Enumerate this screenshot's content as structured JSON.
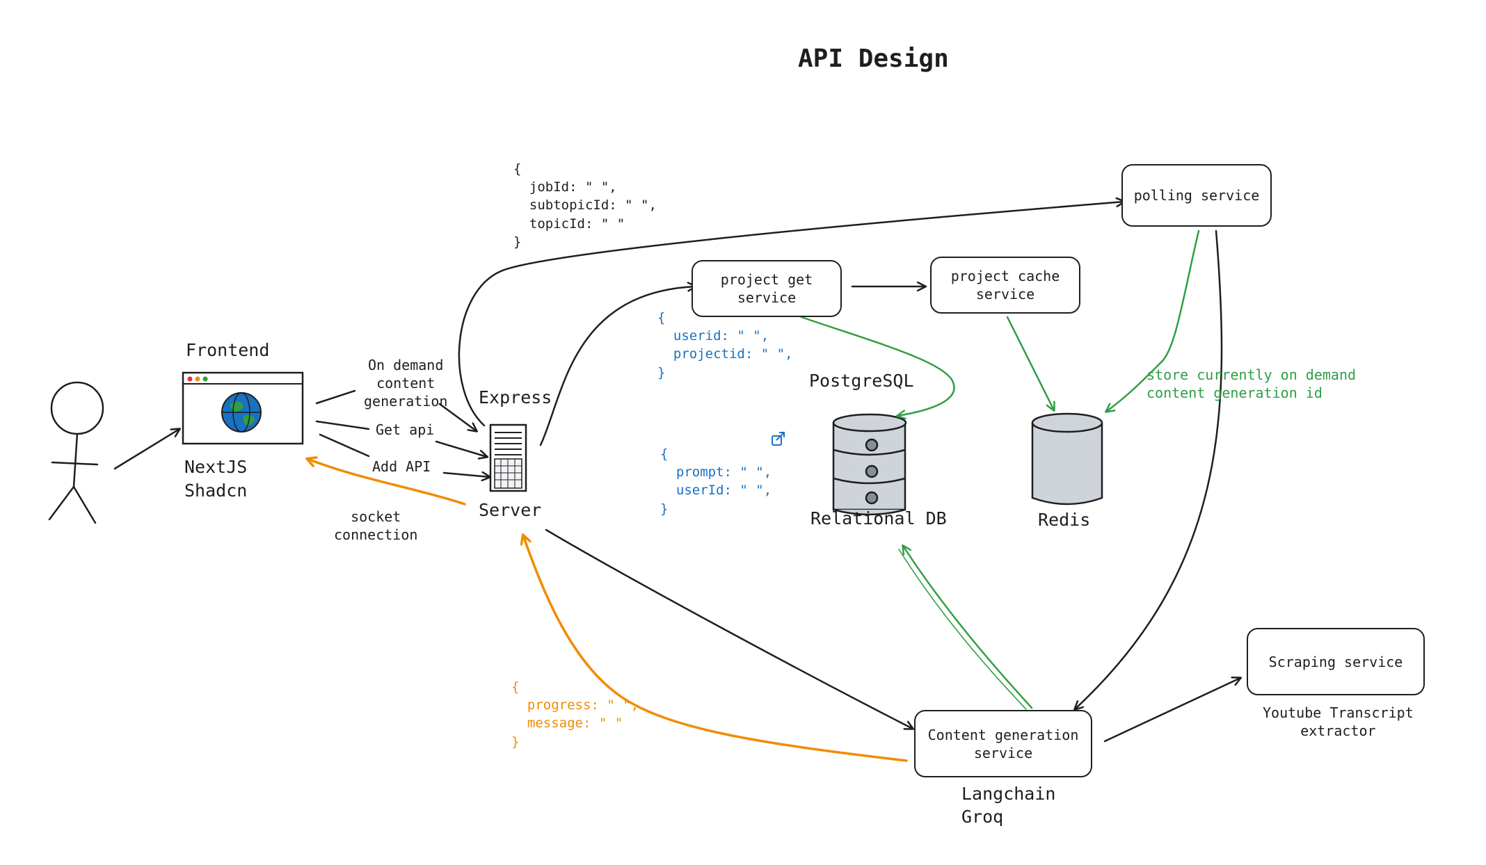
{
  "title": "API Design",
  "frontend": {
    "heading": "Frontend",
    "tech_line1": "NextJS",
    "tech_line2": "Shadcn"
  },
  "server": {
    "heading": "Express",
    "label": "Server"
  },
  "edges": {
    "on_demand": "On demand\ncontent\ngeneration",
    "get_api": "Get api",
    "add_api": "Add API",
    "socket": "socket\nconnection",
    "store_note": "store currently on demand\ncontent generation id"
  },
  "payloads": {
    "job": "{\n  jobId: \" \",\n  subtopicId: \" \",\n  topicId: \" \"\n}",
    "project": "{\n  userid: \" \",\n  projectid: \" \",\n}",
    "prompt": "{\n  prompt: \" \",\n  userId: \" \",\n}",
    "progress": "{\n  progress: \" \",\n  message: \" \"\n}"
  },
  "services": {
    "polling": "polling service",
    "project_get": "project get\nservice",
    "project_cache": "project cache\nservice",
    "content_gen": "Content generation\nservice",
    "scraping": "Scraping service"
  },
  "databases": {
    "postgres_heading": "PostgreSQL",
    "postgres_label": "Relational DB",
    "redis_label": "Redis"
  },
  "captions": {
    "content_gen": "Langchain\nGroq",
    "scraping": "Youtube Transcript\nextractor"
  },
  "colors": {
    "ink": "#1e1e1e",
    "green": "#2f9e44",
    "orange": "#f08c00",
    "blue": "#1971c2",
    "redis_fill": "#ced4da",
    "db_fill": "#ced4da",
    "globe": "#1971c2",
    "land": "#2f9e44"
  }
}
